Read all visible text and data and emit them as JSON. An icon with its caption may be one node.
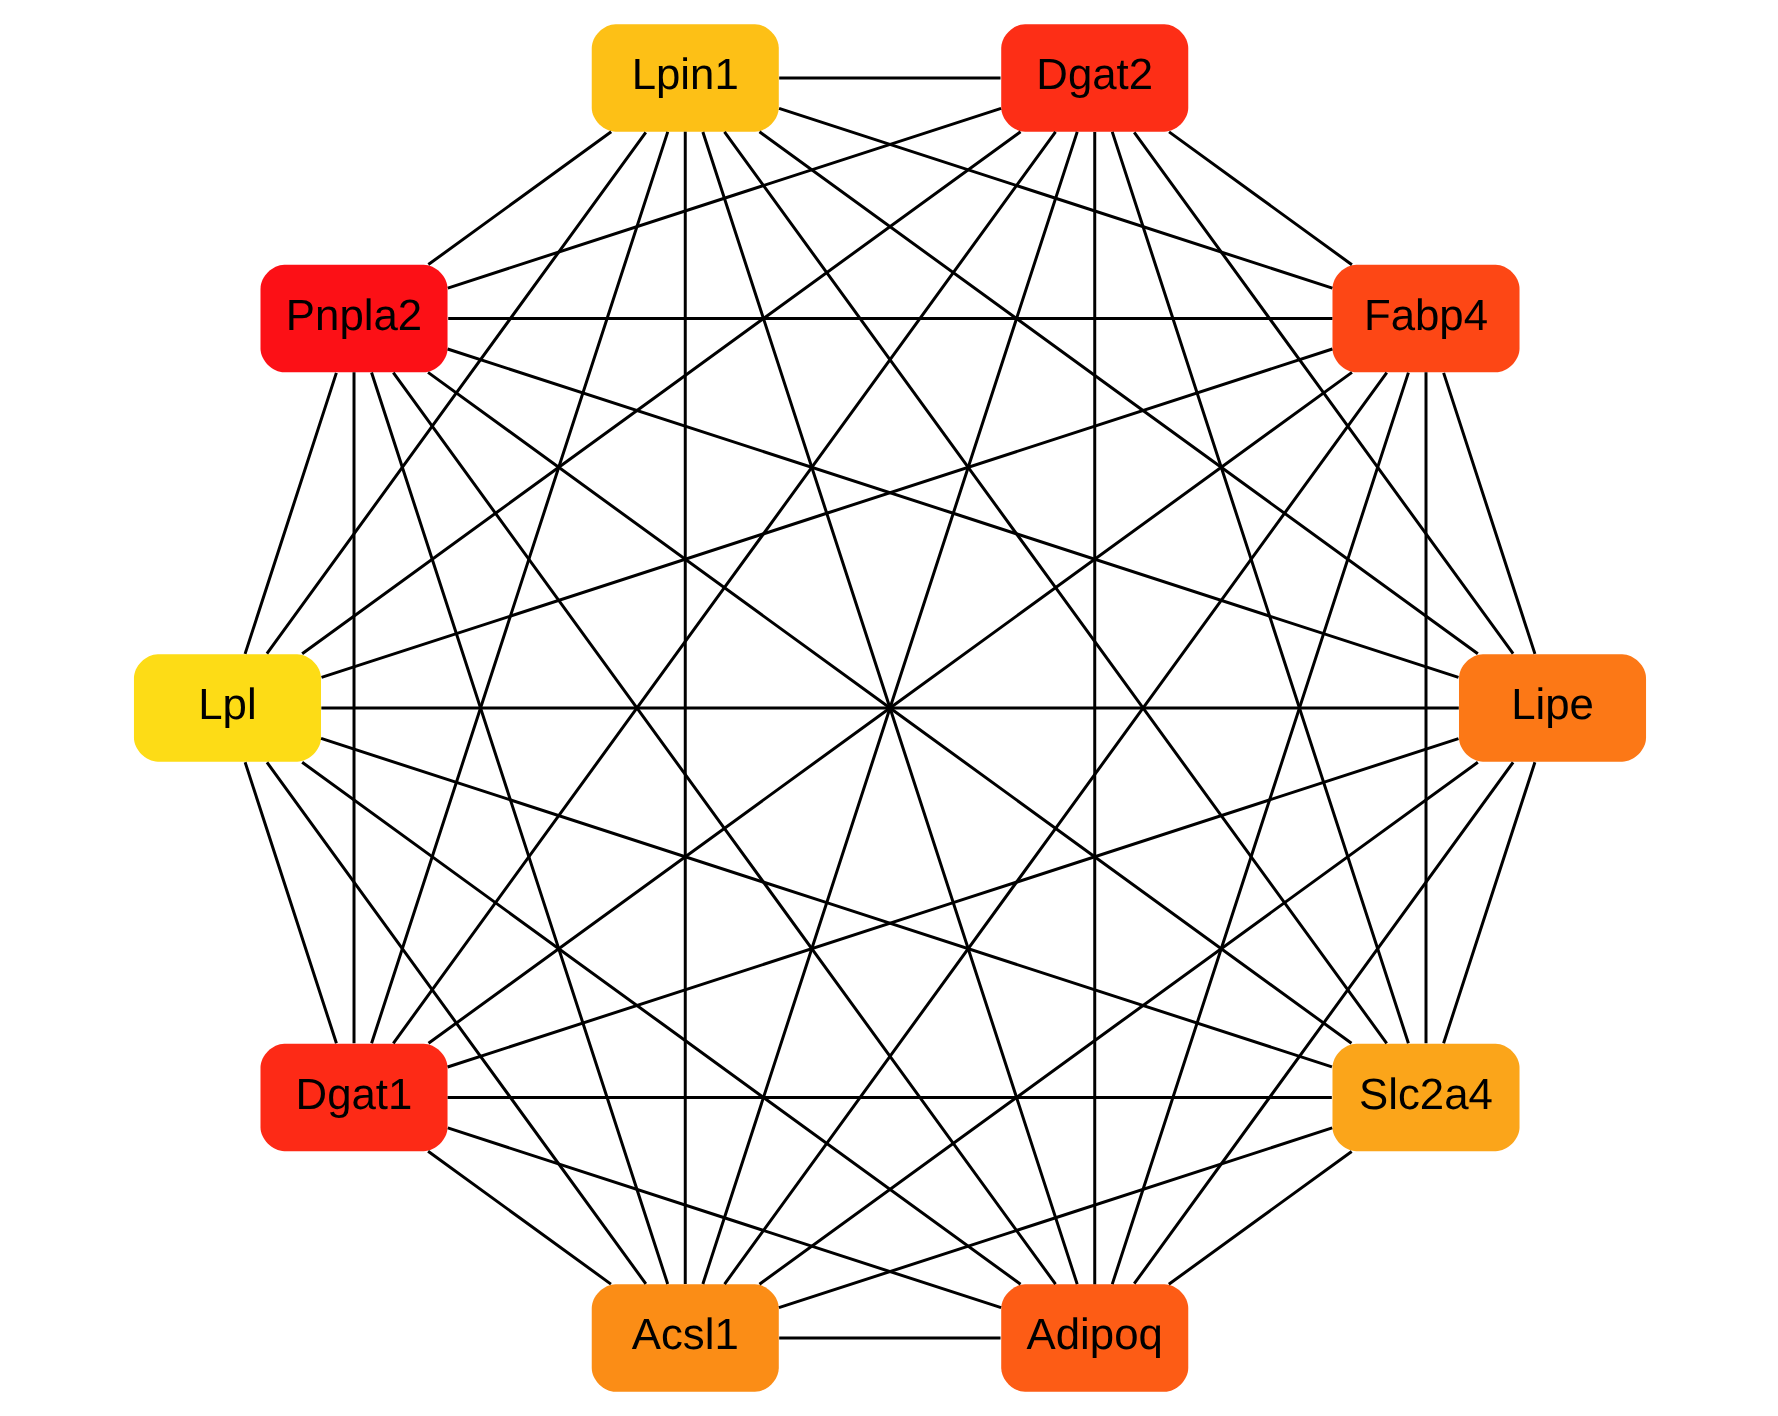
{
  "diagram": {
    "nodes": [
      {
        "text": [
          "Slc2a4"
        ]
      },
      {
        "text": [
          "Lipe"
        ]
      },
      {
        "text": [
          "Acsl1"
        ]
      },
      {
        "text": [
          "Dgat1"
        ]
      },
      {
        "text": [
          "Lpl"
        ]
      },
      {
        "text": [
          "Pnpla2"
        ]
      },
      {
        "text": [
          "Lpin1"
        ]
      },
      {
        "text": [
          "Dgat2"
        ]
      },
      {
        "text": [
          "Fabp4"
        ]
      },
      {
        "text": [
          "Adipoq"
        ]
      }
    ],
    "edges": [
      {
        "from": 0,
        "to": 1,
        "arrow": "none"
      },
      {
        "from": 0,
        "to": 2,
        "arrow": "none"
      },
      {
        "from": 0,
        "to": 3,
        "arrow": "none"
      },
      {
        "from": 0,
        "to": 4,
        "arrow": "none"
      },
      {
        "from": 0,
        "to": 5,
        "arrow": "none"
      },
      {
        "from": 0,
        "to": 6,
        "arrow": "none"
      },
      {
        "from": 0,
        "to": 7,
        "arrow": "none"
      },
      {
        "from": 0,
        "to": 8,
        "arrow": "none"
      },
      {
        "from": 0,
        "to": 9,
        "arrow": "none"
      },
      {
        "from": 1,
        "to": 2,
        "arrow": "none"
      },
      {
        "from": 1,
        "to": 3,
        "arrow": "none"
      },
      {
        "from": 1,
        "to": 4,
        "arrow": "none"
      },
      {
        "from": 1,
        "to": 5,
        "arrow": "none"
      },
      {
        "from": 1,
        "to": 6,
        "arrow": "none"
      },
      {
        "from": 1,
        "to": 7,
        "arrow": "none"
      },
      {
        "from": 1,
        "to": 8,
        "arrow": "none"
      },
      {
        "from": 1,
        "to": 9,
        "arrow": "none"
      },
      {
        "from": 2,
        "to": 3,
        "arrow": "none"
      },
      {
        "from": 2,
        "to": 4,
        "arrow": "none"
      },
      {
        "from": 2,
        "to": 5,
        "arrow": "none"
      },
      {
        "from": 2,
        "to": 6,
        "arrow": "none"
      },
      {
        "from": 2,
        "to": 7,
        "arrow": "none"
      },
      {
        "from": 2,
        "to": 8,
        "arrow": "none"
      },
      {
        "from": 2,
        "to": 9,
        "arrow": "none"
      },
      {
        "from": 3,
        "to": 4,
        "arrow": "none"
      },
      {
        "from": 3,
        "to": 5,
        "arrow": "none"
      },
      {
        "from": 3,
        "to": 6,
        "arrow": "none"
      },
      {
        "from": 3,
        "to": 7,
        "arrow": "none"
      },
      {
        "from": 3,
        "to": 8,
        "arrow": "none"
      },
      {
        "from": 3,
        "to": 9,
        "arrow": "none"
      },
      {
        "from": 4,
        "to": 5,
        "arrow": "none"
      },
      {
        "from": 4,
        "to": 6,
        "arrow": "none"
      },
      {
        "from": 4,
        "to": 7,
        "arrow": "none"
      },
      {
        "from": 4,
        "to": 8,
        "arrow": "none"
      },
      {
        "from": 4,
        "to": 9,
        "arrow": "none"
      },
      {
        "from": 5,
        "to": 6,
        "arrow": "none"
      },
      {
        "from": 5,
        "to": 7,
        "arrow": "none"
      },
      {
        "from": 5,
        "to": 8,
        "arrow": "none"
      },
      {
        "from": 5,
        "to": 9,
        "arrow": "none"
      },
      {
        "from": 6,
        "to": 7,
        "arrow": "none"
      },
      {
        "from": 6,
        "to": 8,
        "arrow": "none"
      },
      {
        "from": 6,
        "to": 9,
        "arrow": "none"
      },
      {
        "from": 7,
        "to": 8,
        "arrow": "none"
      },
      {
        "from": 7,
        "to": 9,
        "arrow": "none"
      },
      {
        "from": 8,
        "to": 9,
        "arrow": "none"
      }
    ]
  }
}
